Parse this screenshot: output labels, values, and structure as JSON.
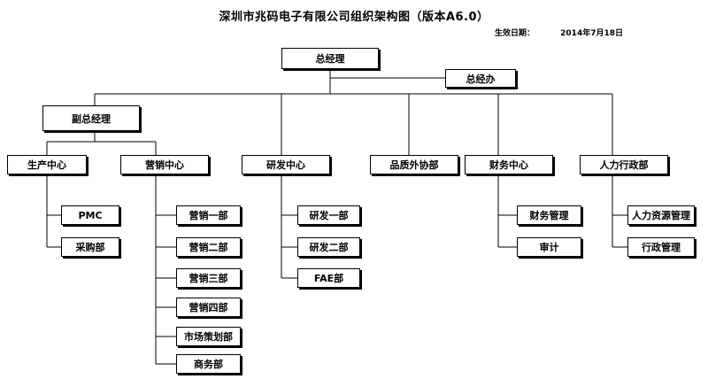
{
  "title": "深圳市兆码电子有限公司组织架构图（版本A6.0）",
  "effective_date": {
    "label": "生效日期：",
    "value": "2014年7月18日"
  },
  "org": {
    "ceo": "总经理",
    "ceo_office": "总经办",
    "vp": "副总经理",
    "departments": {
      "production": "生产中心",
      "marketing": "营销中心",
      "rnd": "研发中心",
      "quality": "品质外协部",
      "finance": "财务中心",
      "hr_admin": "人力行政部"
    },
    "production_units": [
      "PMC",
      "采购部"
    ],
    "marketing_units": [
      "营销一部",
      "营销二部",
      "营销三部",
      "营销四部",
      "市场策划部",
      "商务部"
    ],
    "rnd_units": [
      "研发一部",
      "研发二部",
      "FAE部"
    ],
    "finance_units": [
      "财务管理",
      "审计"
    ],
    "hr_units": [
      "人力资源管理",
      "行政管理"
    ]
  }
}
